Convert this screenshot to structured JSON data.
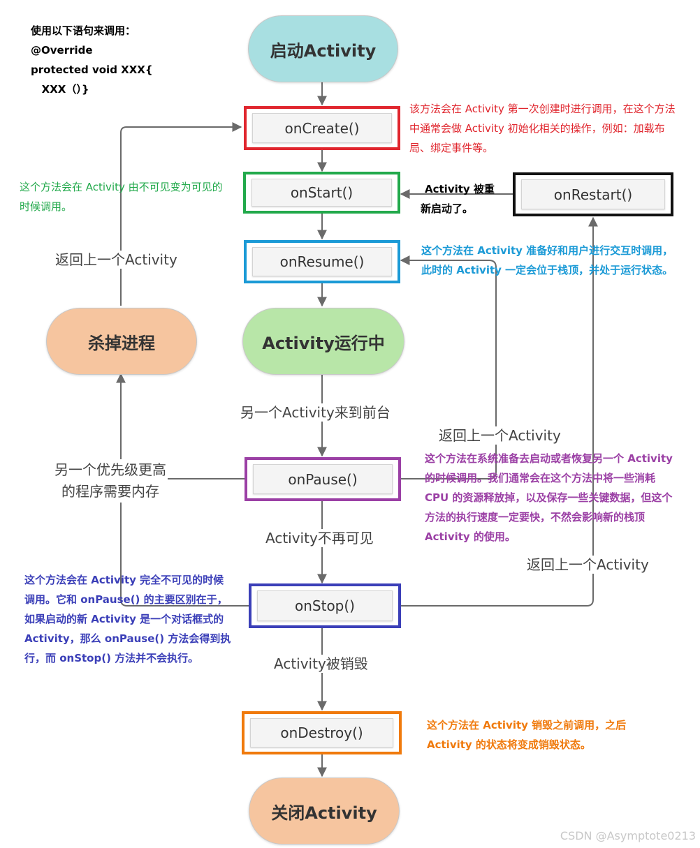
{
  "usage_note": {
    "lines": [
      "使用以下语句来调用：",
      "@Override",
      "protected void XXX{",
      "   XXX（）}"
    ]
  },
  "terminals": {
    "start": "启动Activity",
    "running": "Activity运行中",
    "kill": "杀掉进程",
    "shutdown": "关闭Activity"
  },
  "methods": {
    "oncreate": "onCreate()",
    "onstart": "onStart()",
    "onresume": "onResume()",
    "onpause": "onPause()",
    "onstop": "onStop()",
    "ondestroy": "onDestroy()",
    "onrestart": "onRestart()"
  },
  "flow_labels": {
    "back_left": "返回上一个Activity",
    "another_front": "另一个Activity来到前台",
    "back_middle": "返回上一个Activity",
    "higher_priority": [
      "另一个优先级更高",
      "的程序需要内存"
    ],
    "not_visible": "Activity不再可见",
    "back_right": "返回上一个Activity",
    "destroyed": "Activity被销毁",
    "restarted": [
      "Activity 被重",
      "新启动了。"
    ]
  },
  "notes": {
    "oncreate": [
      "该方法会在 Activity 第一次创建时进行调用，在这个方法",
      "中通常会做 Activity 初始化相关的操作，例如：加载布",
      "局、绑定事件等。"
    ],
    "onstart": [
      "这个方法会在 Activity 由不可见变为可见的",
      "时候调用。"
    ],
    "onresume": [
      "这个方法在 Activity 准备好和用户进行交互时调用，",
      "此时的 Activity 一定会位于栈顶，并处于运行状态。"
    ],
    "onpause": [
      "这个方法在系统准备去启动或者恢复另一个 Activity",
      "的时候调用。我们通常会在这个方法中将一些消耗",
      "CPU 的资源释放掉，以及保存一些关键数据，但这个",
      "方法的执行速度一定要快，不然会影响新的栈顶",
      "Activity 的使用。"
    ],
    "onstop": [
      "这个方法会在 Activity 完全不可见的时候",
      "调用。它和 onPause() 的主要区别在于，",
      "如果启动的新 Activity 是一个对话框式的",
      "Activity，那么 onPause() 方法会得到执",
      "行，而 onStop() 方法并不会执行。"
    ],
    "ondestroy": [
      "这个方法在 Activity 销毁之前调用，之后",
      "Activity 的状态将变成销毁状态。"
    ]
  },
  "colors": {
    "oncreate": "#e0262e",
    "onstart": "#22a94b",
    "onresume": "#1b9ad6",
    "onpause": "#9b40a5",
    "onstop": "#3b3fb8",
    "ondestroy": "#f07a0c",
    "onrestart": "#111111",
    "wire": "#6a6a6a"
  },
  "watermark": "CSDN @Asymptote0213"
}
